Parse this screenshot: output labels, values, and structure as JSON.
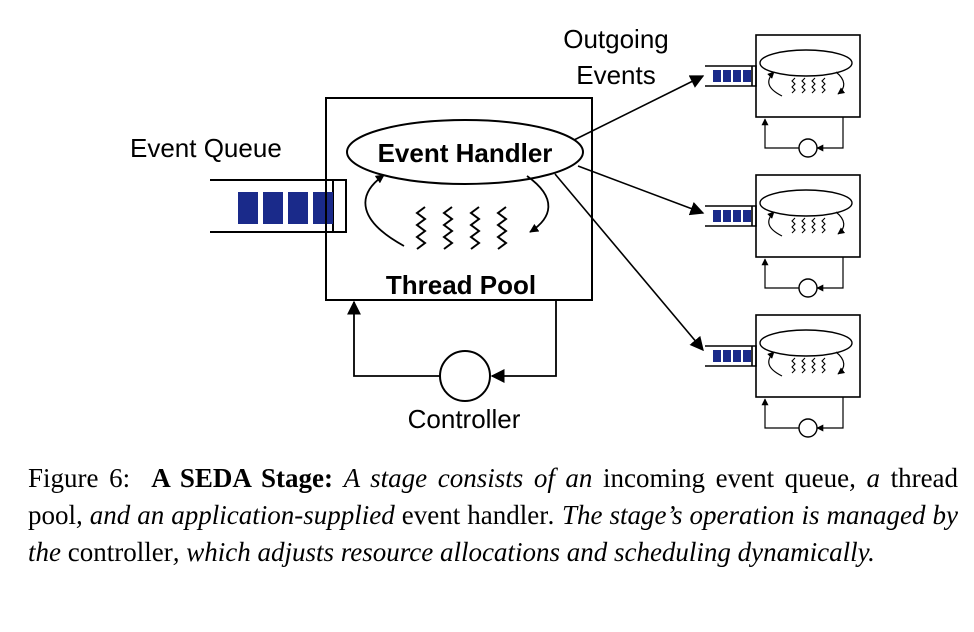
{
  "diagram": {
    "labels": {
      "event_queue": "Event Queue",
      "event_handler": "Event Handler",
      "thread_pool": "Thread Pool",
      "controller": "Controller",
      "outgoing_line1": "Outgoing",
      "outgoing_line2": "Events"
    },
    "colors": {
      "queue_block": "#1a2a8a",
      "stroke": "#000000",
      "background": "#ffffff"
    },
    "queue_slots": 4,
    "downstream_stage_count": 3
  },
  "caption": {
    "figure_label": "Figure 6:",
    "title": "A SEDA Stage:",
    "parts": [
      {
        "text": "A stage consists of an",
        "style": "italic"
      },
      {
        "text": "incoming event queue",
        "style": "normal"
      },
      {
        "text": ", a",
        "style": "italic"
      },
      {
        "text": "thread pool",
        "style": "normal"
      },
      {
        "text": ", and an application-supplied",
        "style": "italic"
      },
      {
        "text": "event handler",
        "style": "normal"
      },
      {
        "text": ". The stage’s operation is managed by the",
        "style": "italic"
      },
      {
        "text": "controller",
        "style": "normal"
      },
      {
        "text": ", which adjusts resource allocations and scheduling dynamically.",
        "style": "italic"
      }
    ]
  }
}
